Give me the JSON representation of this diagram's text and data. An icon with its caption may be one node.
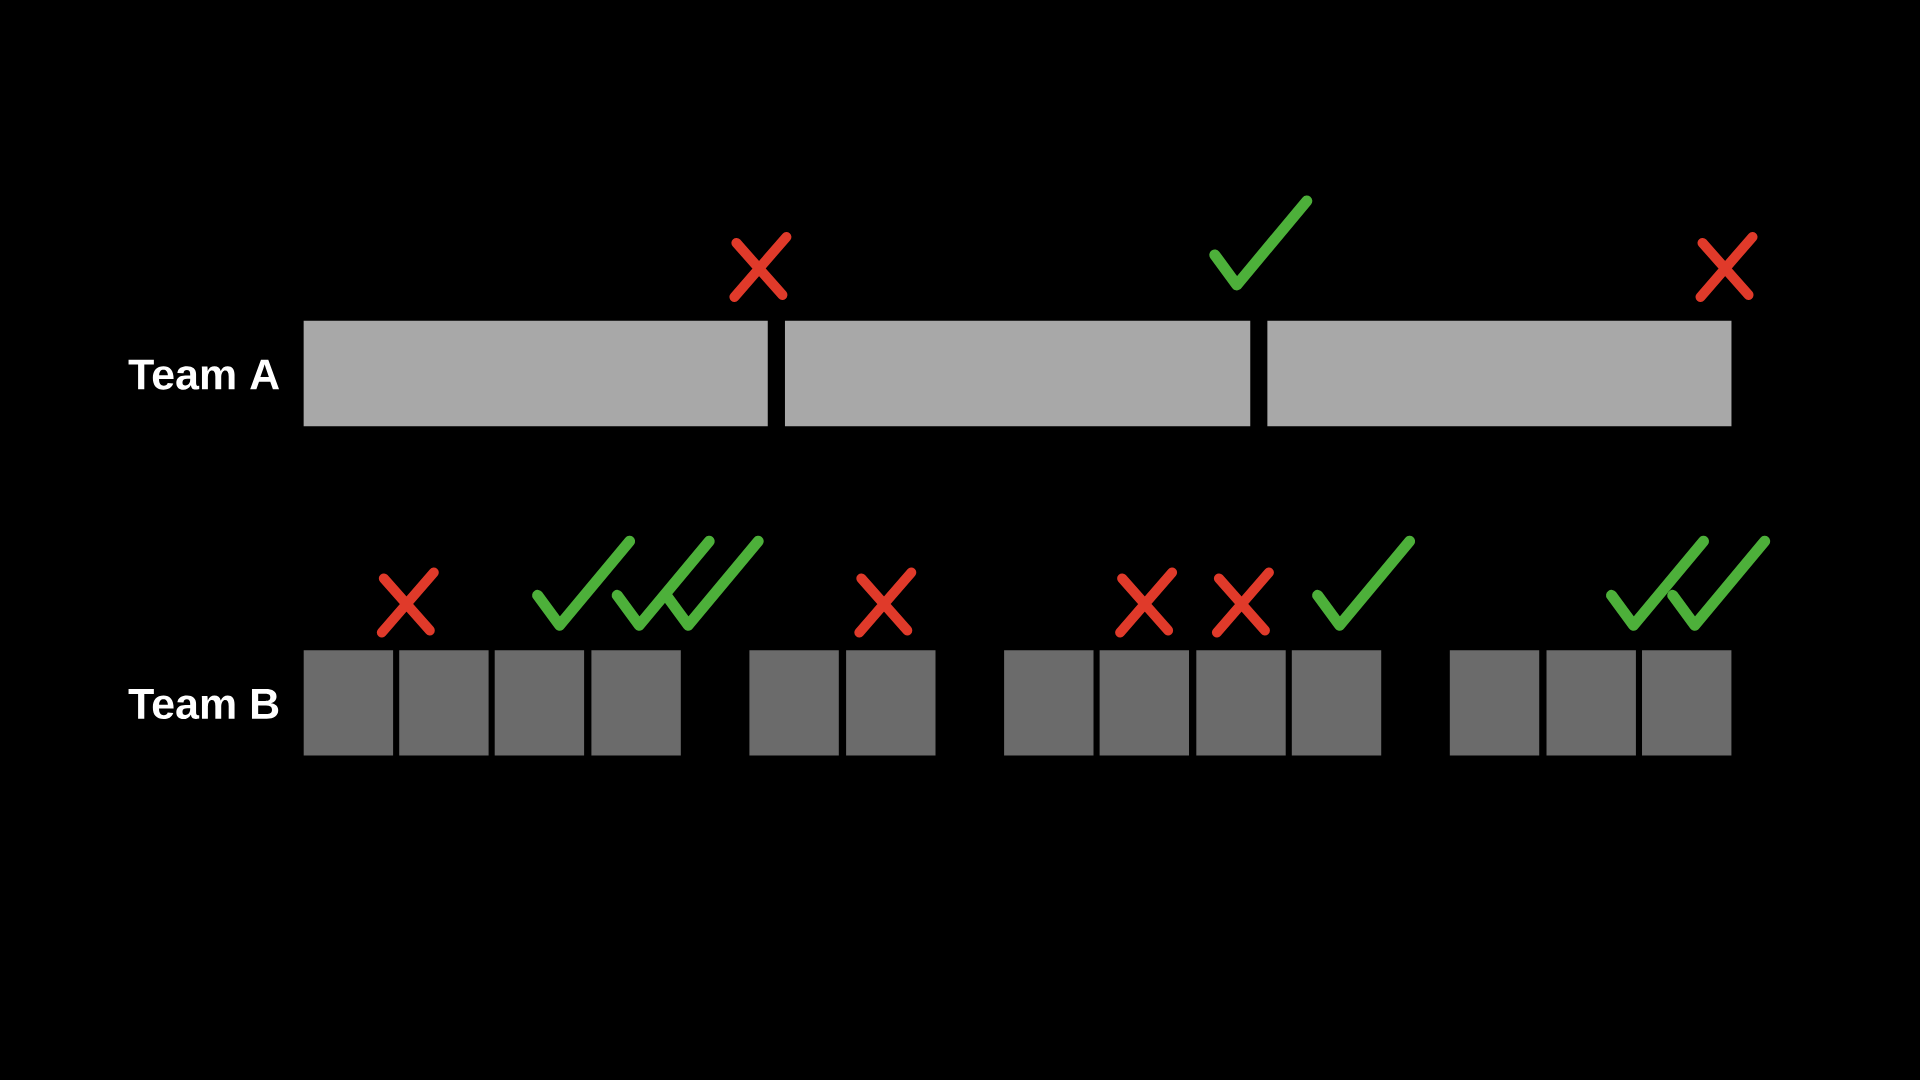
{
  "diagram": {
    "nodes": [
      {
        "text": [],
        "shape": "bar"
      },
      {
        "text": [],
        "shape": "bar"
      },
      {
        "text": [],
        "shape": "bar"
      },
      {
        "text": [],
        "shape": "box"
      },
      {
        "text": [],
        "shape": "box"
      },
      {
        "text": [],
        "shape": "box"
      },
      {
        "text": [],
        "shape": "box"
      },
      {
        "text": [],
        "shape": "box"
      },
      {
        "text": [],
        "shape": "box"
      },
      {
        "text": [],
        "shape": "box"
      },
      {
        "text": [],
        "shape": "box"
      },
      {
        "text": [],
        "shape": "box"
      },
      {
        "text": [],
        "shape": "box"
      },
      {
        "text": [],
        "shape": "box"
      },
      {
        "text": [],
        "shape": "box"
      },
      {
        "text": [],
        "shape": "box"
      }
    ],
    "labels": [
      "Team A",
      "Team B"
    ]
  }
}
